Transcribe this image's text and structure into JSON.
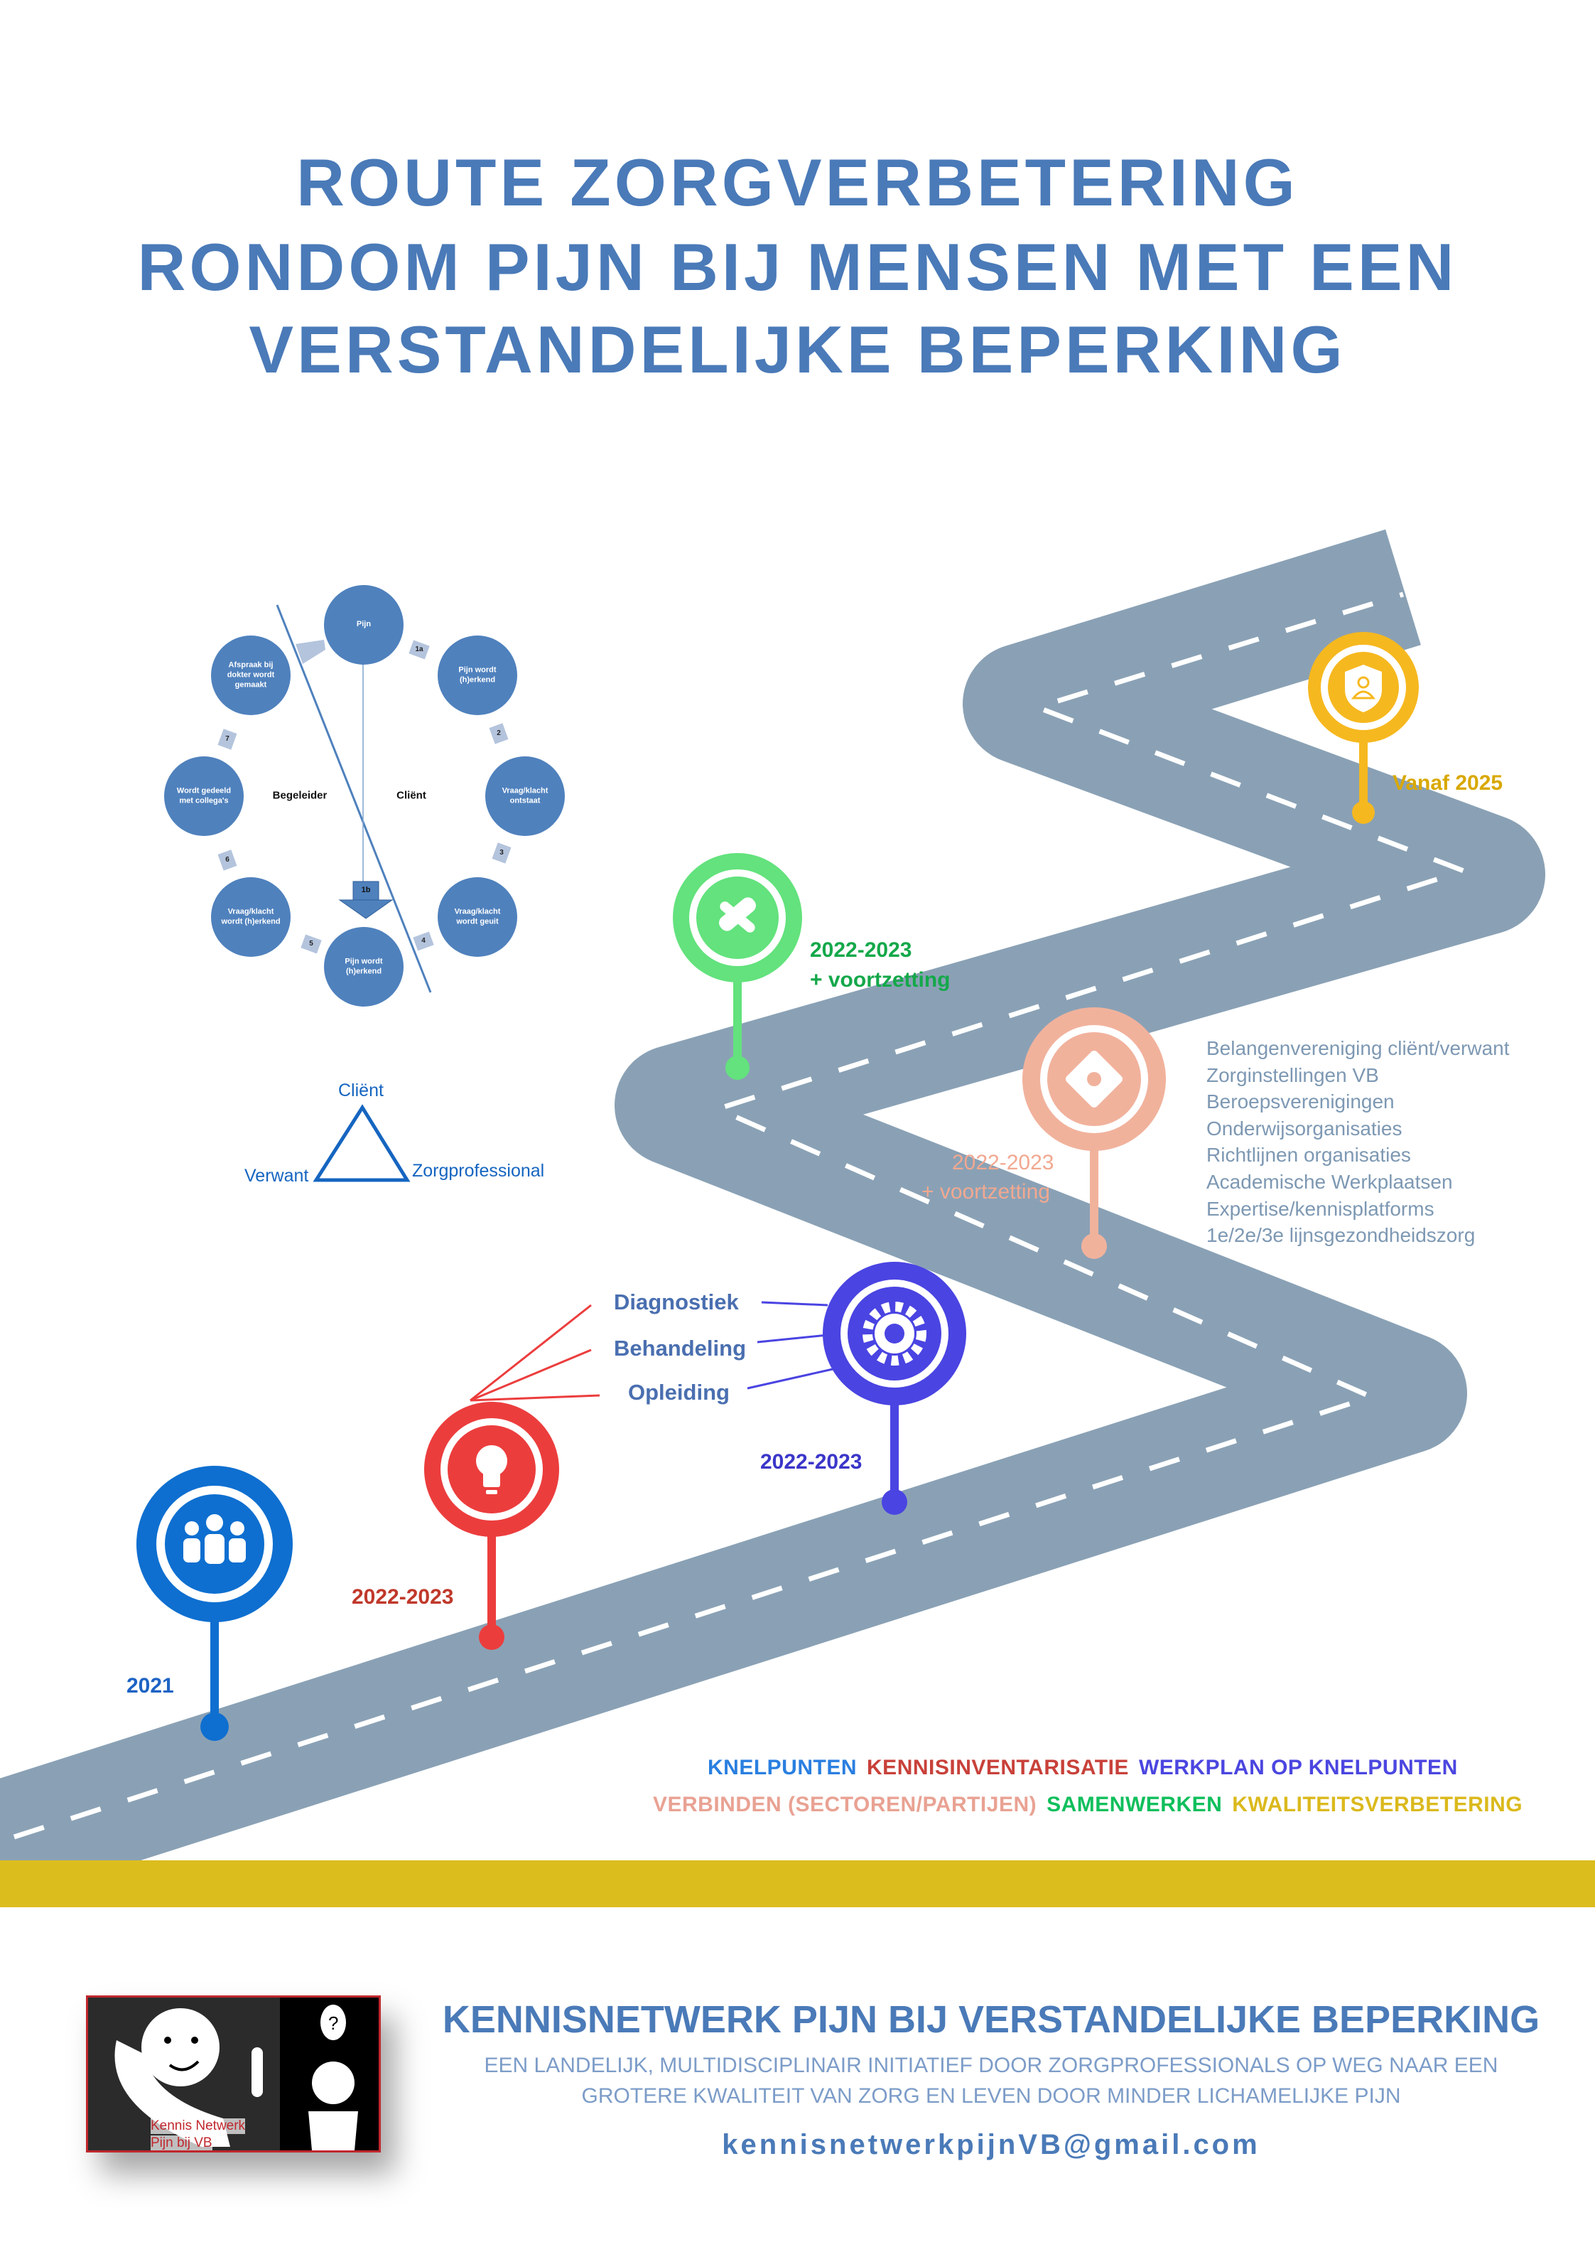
{
  "title": {
    "line1": "ROUTE ZORGVERBETERING",
    "line2": "RONDOM PIJN BIJ MENSEN MET EEN",
    "line3": "VERSTANDELIJKE BEPERKING"
  },
  "cycle": {
    "nodes": [
      "Pijn",
      "Pijn wordt (h)erkend",
      "Vraag/klacht ontstaat",
      "Vraag/klacht wordt geuit",
      "Pijn wordt (h)erkend",
      "Vraag/klacht wordt (h)erkend",
      "Wordt gedeeld met collega's",
      "Afspraak bij dokter wordt gemaakt"
    ],
    "steps": [
      "1a",
      "2",
      "3",
      "4",
      "5",
      "6",
      "7",
      "1b"
    ],
    "left_label": "Begeleider",
    "right_label": "Cliënt"
  },
  "triangle": {
    "top": "Cliënt",
    "left": "Verwant",
    "right": "Zorgprofessional"
  },
  "milestones": [
    {
      "label": "2021",
      "icon": "people-icon",
      "color": "#0e6fd0"
    },
    {
      "label": "2022-2023",
      "icon": "lightbulb-icon",
      "color": "#ec3d3d"
    },
    {
      "label": "2022-2023",
      "icon": "gear-wrench-icon",
      "color": "#4a44e2"
    },
    {
      "label": "2022-2023",
      "label2": "+ voortzetting",
      "icon": "handshake-icon",
      "color": "#63e27d"
    },
    {
      "label": "2022-2023",
      "label2": "+ voortzetting",
      "icon": "puzzle-icon",
      "color": "#f1b29c"
    },
    {
      "label": "Vanaf 2025",
      "icon": "shield-user-icon",
      "color": "#f6b81f"
    }
  ],
  "knowledge_items": [
    "Diagnostiek",
    "Behandeling",
    "Opleiding"
  ],
  "partners": [
    "Belangenvereniging cliënt/verwant",
    "Zorginstellingen VB",
    "Beroepsverenigingen",
    "Onderwijsorganisaties",
    "Richtlijnen organisaties",
    "Academische Werkplaatsen",
    "Expertise/kennisplatforms",
    "1e/2e/3e lijnsgezondheidszorg"
  ],
  "legend": {
    "row1": [
      {
        "text": "KNELPUNTEN",
        "color": "#2a7fe0"
      },
      {
        "text": "KENNISINVENTARISATIE",
        "color": "#c8413a"
      },
      {
        "text": "WERKPLAN OP KNELPUNTEN",
        "color": "#4b46e0"
      }
    ],
    "row2": [
      {
        "text": "VERBINDEN (SECTOREN/PARTIJEN)",
        "color": "#e9a293"
      },
      {
        "text": "SAMENWERKEN",
        "color": "#0fbf5c"
      },
      {
        "text": "KWALITEITSVERBETERING",
        "color": "#dbb91d"
      }
    ]
  },
  "footer": {
    "logo_text1": "Kennis Netwerk",
    "logo_text2": "Pijn bij VB",
    "title": "KENNISNETWERK PIJN BIJ VERSTANDELIJKE BEPERKING",
    "subtitle1": "EEN LANDELIJK, MULTIDISCIPLINAIR INITIATIEF DOOR ZORGPROFESSIONALS OP WEG NAAR EEN",
    "subtitle2": "GROTERE KWALITEIT VAN ZORG EN LEVEN DOOR MINDER LICHAMELIJKE PIJN",
    "email": "kennisnetwerkpijnVB@gmail.com"
  },
  "colors": {
    "title": "#4a7ab8",
    "road": "#8aa1b5",
    "band": "#dbbd1e"
  }
}
